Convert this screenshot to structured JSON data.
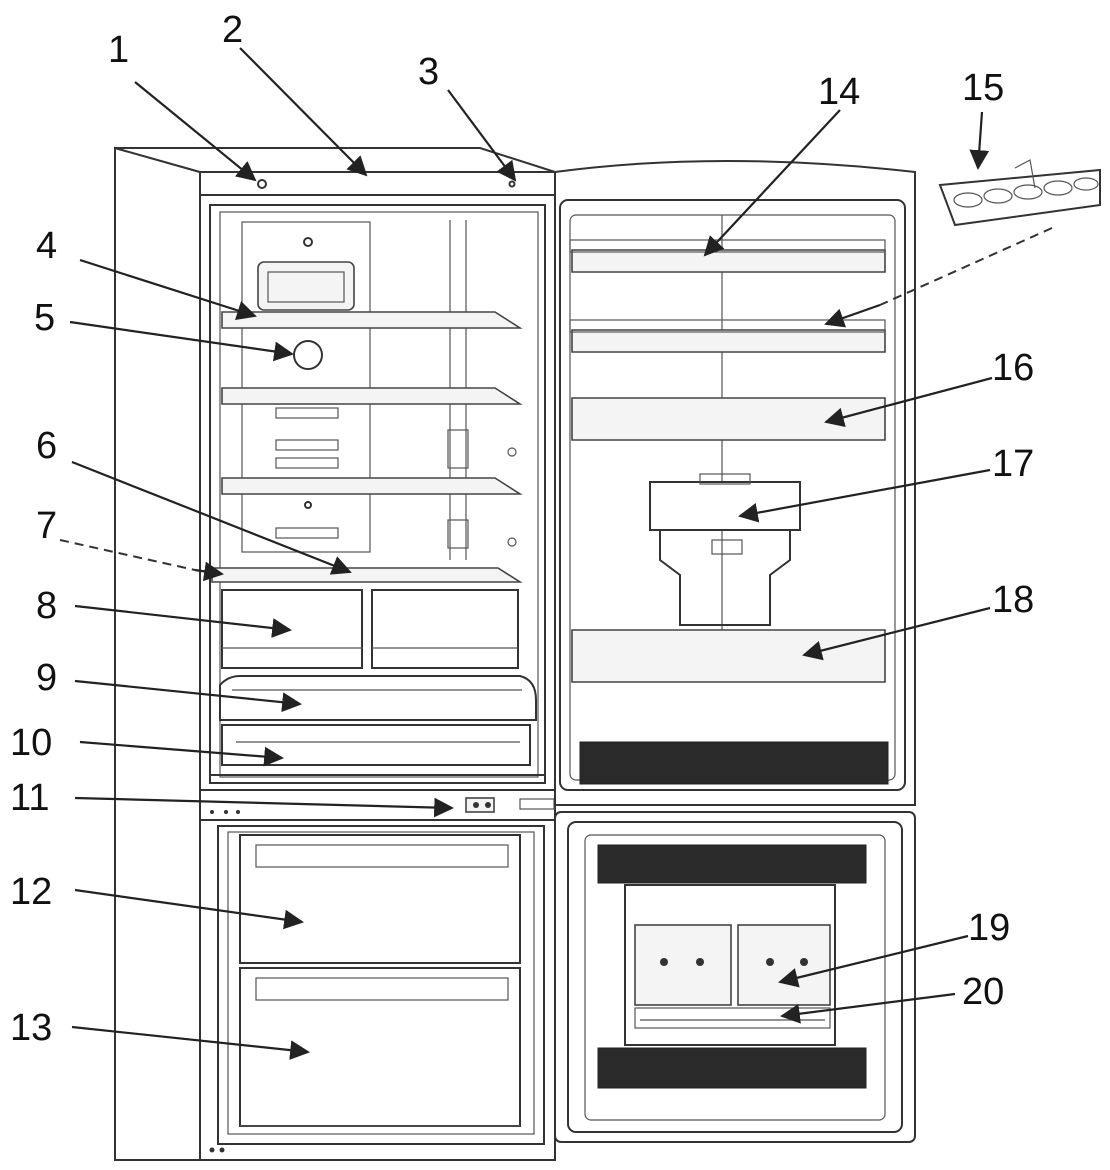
{
  "labels": [
    "1",
    "2",
    "3",
    "4",
    "5",
    "6",
    "7",
    "8",
    "9",
    "10",
    "11",
    "12",
    "13",
    "14",
    "15",
    "16",
    "17",
    "18",
    "19",
    "20"
  ],
  "colors": {
    "line": "#333333",
    "vent": "#2a2a2a",
    "background": "#ffffff"
  }
}
